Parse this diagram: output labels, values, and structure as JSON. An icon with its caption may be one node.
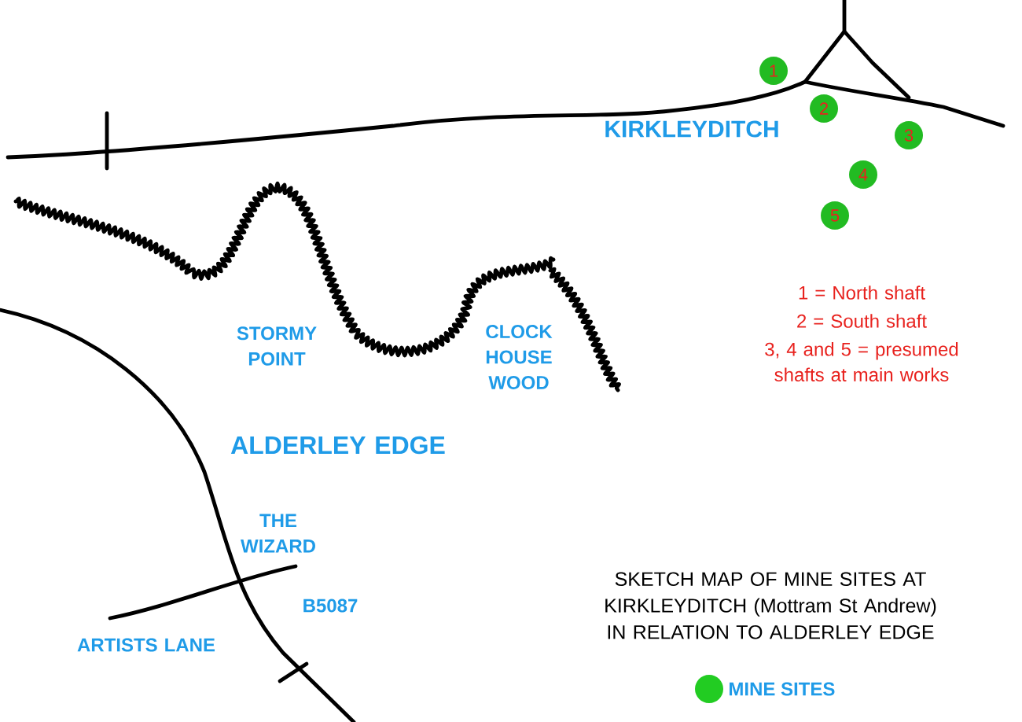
{
  "diagram": {
    "nodes": [
      {
        "text": [
          "1"
        ]
      },
      {
        "text": [
          "2"
        ]
      },
      {
        "text": [
          "3"
        ]
      },
      {
        "text": [
          "4"
        ]
      },
      {
        "text": [
          "5"
        ]
      }
    ],
    "labels": [
      "KIRKLEYDITCH",
      "1 = North shaft",
      "2 = South shaft",
      "3, 4 and 5 = presumed shafts at main works",
      "STORMY POINT",
      "CLOCK HOUSE WOOD",
      "ALDERLEY EDGE",
      "THE WIZARD",
      "B5087",
      "ARTISTS LANE",
      "SKETCH MAP OF MINE SITES AT KIRKLEYDITCH (Mottram St Andrew) IN RELATION TO ALDERLEY EDGE"
    ],
    "legend": [
      {
        "text": "MINE SITES",
        "color": "#22cc22"
      }
    ]
  }
}
